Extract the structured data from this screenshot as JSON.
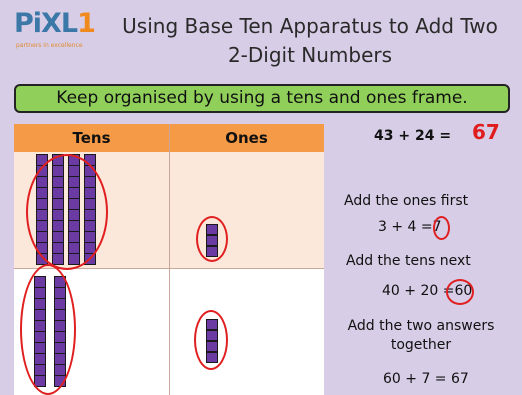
{
  "logo": {
    "text_main": "PiXL",
    "text_one": "1",
    "tagline": "partners in excellence"
  },
  "title": {
    "line1": "Using Base Ten Apparatus to Add Two",
    "line2": "2-Digit Numbers"
  },
  "banner": "Keep organised by using a tens and ones frame.",
  "frame": {
    "tens_header": "Tens",
    "ones_header": "Ones"
  },
  "problem": {
    "equation": "43 + 24 =",
    "answer": "67"
  },
  "steps": {
    "ones_first": "Add the ones first",
    "ones_eq_left": "3 + 4 =",
    "ones_eq_result": "7",
    "tens_next": "Add the tens next",
    "tens_eq_left": "40 + 20 =",
    "tens_eq_result": "60",
    "combine_line1": "Add the two answers",
    "combine_line2": "together",
    "final_eq": "60 + 7 = 67"
  },
  "apparatus": {
    "first_number_tens": 4,
    "first_number_ones": 3,
    "second_number_tens": 2,
    "second_number_ones": 4
  },
  "colors": {
    "background": "#d7cde6",
    "banner": "#8fcf5a",
    "header": "#f59b47",
    "block": "#6b3aa3",
    "ring": "#e02020",
    "answer": "#e01d1d"
  }
}
